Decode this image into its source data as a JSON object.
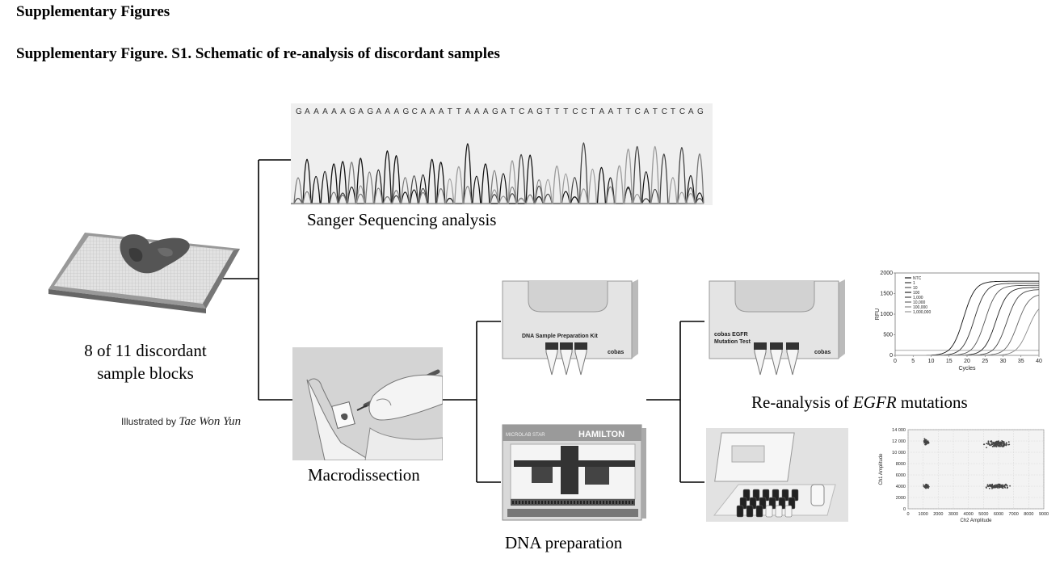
{
  "header": {
    "title": "Supplementary Figures",
    "figure_caption": "Supplementary Figure. S1. Schematic of re-analysis of discordant samples"
  },
  "diagram": {
    "sample_blocks_label_line1": "8 of 11 discordant",
    "sample_blocks_label_line2": "sample blocks",
    "illustrated_by_prefix": "Illustrated by",
    "illustrator_name": "Tae Won Yun",
    "sanger_label": "Sanger Sequencing analysis",
    "sanger_sequence": "GAAAAAGAGAAAGCAAATTAAAGATCAGTTTCCTAATTCATCTCAG",
    "macrodissection_label": "Macrodissection",
    "dna_preparation_label": "DNA preparation",
    "reanalysis_prefix": "Re-analysis of ",
    "reanalysis_gene": "EGFR",
    "reanalysis_suffix": " mutations",
    "kit1_label": "DNA Sample Preparation Kit",
    "kit1_brand": "cobas",
    "kit2_label_line1": "cobas EGFR",
    "kit2_label_line2": "Mutation Test",
    "kit2_brand": "cobas",
    "robot_brand": "HAMILTON",
    "robot_model": "MICROLAB STAR"
  },
  "chart_data": [
    {
      "type": "line",
      "title": "",
      "xlabel": "Cycles",
      "ylabel": "RFU",
      "xlim": [
        0,
        40
      ],
      "ylim": [
        0,
        2000
      ],
      "x_ticks": [
        "0",
        "5",
        "10",
        "15",
        "20",
        "25",
        "30",
        "35",
        "40"
      ],
      "y_ticks": [
        "0",
        "500",
        "1000",
        "1500",
        "2000"
      ],
      "legend": [
        "NTC",
        "1",
        "10",
        "100",
        "1,000",
        "10,000",
        "100,000",
        "1,000,000"
      ],
      "legend_position": "top-left",
      "series": [
        {
          "name": "1,000,000",
          "ct": 17,
          "plateau": 1800
        },
        {
          "name": "100,000",
          "ct": 20,
          "plateau": 1750
        },
        {
          "name": "10,000",
          "ct": 23,
          "plateau": 1700
        },
        {
          "name": "1,000",
          "ct": 26,
          "plateau": 1650
        },
        {
          "name": "100",
          "ct": 29,
          "plateau": 1600
        },
        {
          "name": "10",
          "ct": 32,
          "plateau": 1500
        },
        {
          "name": "1",
          "ct": 35,
          "plateau": 1300
        },
        {
          "name": "NTC",
          "ct": null,
          "plateau": 0
        }
      ]
    },
    {
      "type": "scatter",
      "title": "",
      "xlabel": "Ch2 Amplitude",
      "ylabel": "Ch1 Amplitude",
      "xlim": [
        0,
        9000
      ],
      "ylim": [
        0,
        14000
      ],
      "x_ticks": [
        "0",
        "1000",
        "2000",
        "3000",
        "4000",
        "5000",
        "6000",
        "7000",
        "8000",
        "9000"
      ],
      "y_ticks": [
        "0",
        "2000",
        "4000",
        "6000",
        "8000",
        "10 000",
        "12 000",
        "14 000"
      ],
      "clusters": [
        {
          "x": 1200,
          "y": 11800,
          "spread_x": 120,
          "spread_y": 300,
          "n": 60
        },
        {
          "x": 1200,
          "y": 4000,
          "spread_x": 120,
          "spread_y": 250,
          "n": 55
        },
        {
          "x": 5900,
          "y": 11500,
          "spread_x": 500,
          "spread_y": 350,
          "n": 170
        },
        {
          "x": 5900,
          "y": 4000,
          "spread_x": 500,
          "spread_y": 250,
          "n": 120
        }
      ]
    }
  ]
}
